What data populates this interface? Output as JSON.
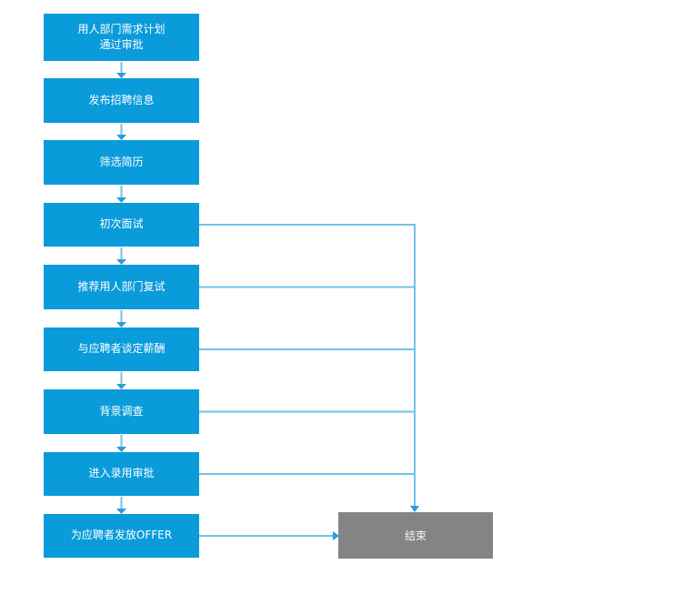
{
  "flow": {
    "steps": [
      {
        "label": "用人部门需求计划\n通过审批"
      },
      {
        "label": "发布招聘信息"
      },
      {
        "label": "筛选简历"
      },
      {
        "label": "初次面试"
      },
      {
        "label": "推荐用人部门复试"
      },
      {
        "label": "与应聘者谈定薪酬"
      },
      {
        "label": "背景调查"
      },
      {
        "label": "进入录用审批"
      },
      {
        "label": "为应聘者发放OFFER"
      }
    ],
    "end_label": "结束"
  },
  "colors": {
    "step_fill": "#0A9BDB",
    "step_text": "#FFFFFF",
    "connector": "#74C2EA",
    "arrowhead": "#2B9CD8",
    "end_fill": "#848484",
    "end_text": "#F5F5F5",
    "background": "#FFFFFF"
  }
}
